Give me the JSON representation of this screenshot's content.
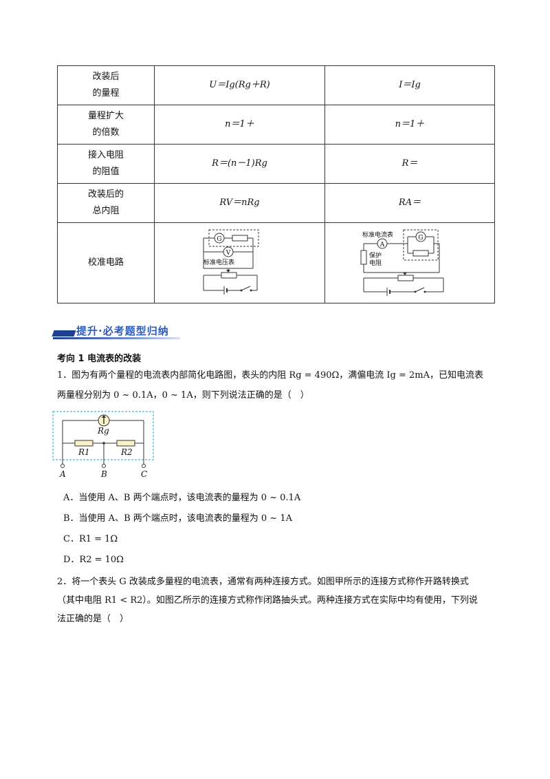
{
  "table": {
    "rows": [
      {
        "label_line1": "改装后",
        "label_line2": "的量程",
        "col1": "U＝Ig(Rg＋R)",
        "col2": "I＝Ig"
      },
      {
        "label_line1": "量程扩大",
        "label_line2": "的倍数",
        "col1": "n＝1＋",
        "col2": "n＝1＋"
      },
      {
        "label_line1": "接入电阻",
        "label_line2": "的阻值",
        "col1": "R＝(n－1)Rg",
        "col2": "R＝"
      },
      {
        "label_line1": "改装后的",
        "label_line2": "总内阻",
        "col1": "RV＝nRg",
        "col2": "RA＝"
      }
    ],
    "calib_label": "校准电路",
    "circuit_v": {
      "g": "G",
      "v": "V",
      "label": "标准电压表"
    },
    "circuit_a": {
      "g": "G",
      "a": "A",
      "label": "标准电流表",
      "protect1": "保护",
      "protect2": "电阻"
    }
  },
  "banner": {
    "text": "提升·必考题型归纳"
  },
  "section": {
    "heading": "考向 1  电流表的改装"
  },
  "q1": {
    "line1": "1．图为有两个量程的电流表内部简化电路图，表头的内阻 Rg = 490Ω，满偏电流 Ig = 2mA，已知电流表",
    "line2": "两量程分别为 0 ~ 0.1A，0 ~ 1A，则下列说法正确的是（　）",
    "figure": {
      "rg": "Rg",
      "r1": "R1",
      "r2": "R2",
      "a": "A",
      "b": "B",
      "c": "C"
    },
    "options": [
      "A．当使用 A、B 两个端点时，该电流表的量程为 0 ~ 0.1A",
      "B．当使用 A、B 两个端点时，该电流表的量程为 0 ~ 1A",
      "C．R1 = 1Ω",
      "D．R2 = 10Ω"
    ]
  },
  "q2": {
    "line1": "2．将一个表头 G 改装成多量程的电流表，通常有两种连接方式。如图甲所示的连接方式称作开路转换式",
    "line2": "（其中电阻 R1 < R2）。如图乙所示的连接方式称作闭路抽头式。两种连接方式在实际中均有使用，下列说",
    "line3": "法正确的是（　）"
  }
}
